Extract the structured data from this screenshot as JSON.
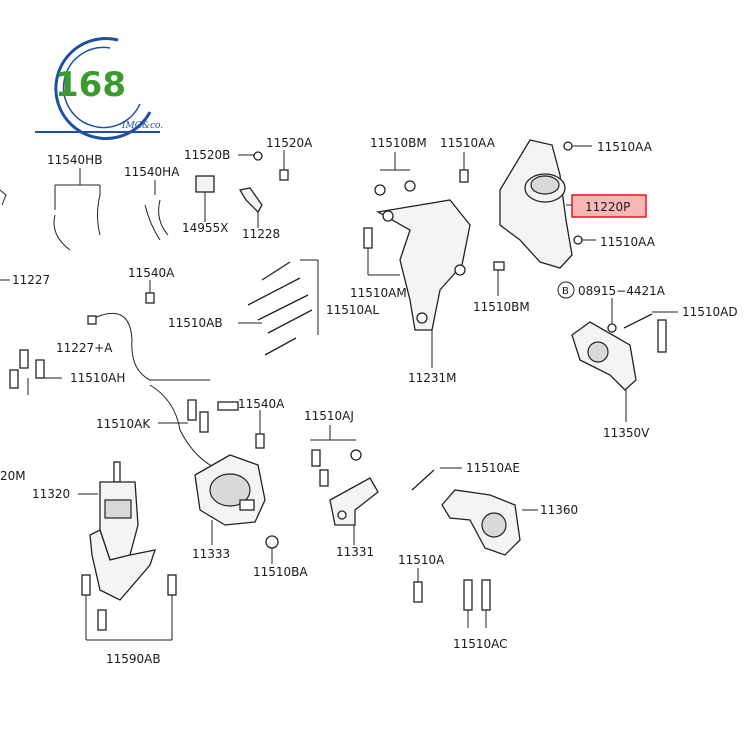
{
  "logo": {
    "number": "168",
    "sub": "IMG&co."
  },
  "highlight_color": "#e8151b",
  "highlight_fill": "#f8b9b6",
  "labels": {
    "l11540HB": "11540HB",
    "l11540HA": "11540HA",
    "l11520B": "11520B",
    "l11520A": "11520A",
    "l14955X": "14955X",
    "l11228": "11228",
    "l11510BM_top": "11510BM",
    "l11510AA_top": "11510AA",
    "l11510AA_right1": "11510AA",
    "l11220P": "11220P",
    "l11510AA_right2": "11510AA",
    "l11227": "11227",
    "l11540A": "11540A",
    "l11510AM": "11510AM",
    "l11510BM_mid": "11510BM",
    "l08915": "08915−4421A",
    "l08915_circle": "B",
    "l11510AB": "11510AB",
    "l11510AL": "11510AL",
    "l11510AD": "11510AD",
    "l11227A": "11227+A",
    "l11510AH": "11510AH",
    "l11231M": "11231M",
    "l11540A_2": "11540A",
    "l11510AK": "11510AK",
    "l11510AJ": "11510AJ",
    "l11350V": "11350V",
    "l20M": "20M",
    "l11320": "11320",
    "l11510AE": "11510AE",
    "l11360": "11360",
    "l11333": "11333",
    "l11331": "11331",
    "l11510BA": "11510BA",
    "l11510A": "11510A",
    "l11510AC": "11510AC",
    "l11590AB": "11590AB"
  }
}
